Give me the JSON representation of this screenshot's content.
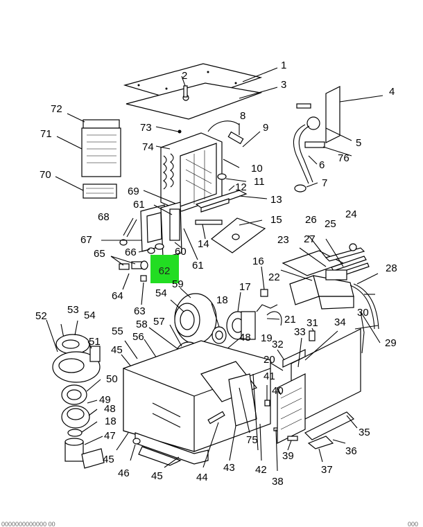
{
  "callouts": [
    {
      "id": "c1",
      "text": "1"
    },
    {
      "id": "c2",
      "text": "2"
    },
    {
      "id": "c3",
      "text": "3"
    },
    {
      "id": "c4",
      "text": "4"
    },
    {
      "id": "c5",
      "text": "5"
    },
    {
      "id": "c6",
      "text": "6"
    },
    {
      "id": "c7",
      "text": "7"
    },
    {
      "id": "c8",
      "text": "8"
    },
    {
      "id": "c9",
      "text": "9"
    },
    {
      "id": "c10",
      "text": "10"
    },
    {
      "id": "c11",
      "text": "11"
    },
    {
      "id": "c12",
      "text": "12"
    },
    {
      "id": "c13",
      "text": "13"
    },
    {
      "id": "c14",
      "text": "14"
    },
    {
      "id": "c15",
      "text": "15"
    },
    {
      "id": "c16",
      "text": "16"
    },
    {
      "id": "c17",
      "text": "17"
    },
    {
      "id": "c18a",
      "text": "18"
    },
    {
      "id": "c18b",
      "text": "18"
    },
    {
      "id": "c19",
      "text": "19"
    },
    {
      "id": "c20",
      "text": "20"
    },
    {
      "id": "c21",
      "text": "21"
    },
    {
      "id": "c22",
      "text": "22"
    },
    {
      "id": "c23",
      "text": "23"
    },
    {
      "id": "c24",
      "text": "24"
    },
    {
      "id": "c25",
      "text": "25"
    },
    {
      "id": "c26",
      "text": "26"
    },
    {
      "id": "c27",
      "text": "27"
    },
    {
      "id": "c28",
      "text": "28"
    },
    {
      "id": "c29",
      "text": "29"
    },
    {
      "id": "c30",
      "text": "30"
    },
    {
      "id": "c31",
      "text": "31"
    },
    {
      "id": "c32",
      "text": "32"
    },
    {
      "id": "c33",
      "text": "33"
    },
    {
      "id": "c34",
      "text": "34"
    },
    {
      "id": "c35",
      "text": "35"
    },
    {
      "id": "c36",
      "text": "36"
    },
    {
      "id": "c37",
      "text": "37"
    },
    {
      "id": "c38",
      "text": "38"
    },
    {
      "id": "c39",
      "text": "39"
    },
    {
      "id": "c40",
      "text": "40"
    },
    {
      "id": "c41",
      "text": "41"
    },
    {
      "id": "c42",
      "text": "42"
    },
    {
      "id": "c43",
      "text": "43"
    },
    {
      "id": "c44",
      "text": "44"
    },
    {
      "id": "c45a",
      "text": "45"
    },
    {
      "id": "c45b",
      "text": "45"
    },
    {
      "id": "c45c",
      "text": "45"
    },
    {
      "id": "c46",
      "text": "46"
    },
    {
      "id": "c47",
      "text": "47"
    },
    {
      "id": "c48a",
      "text": "48"
    },
    {
      "id": "c48b",
      "text": "48"
    },
    {
      "id": "c49",
      "text": "49"
    },
    {
      "id": "c50",
      "text": "50"
    },
    {
      "id": "c51",
      "text": "51"
    },
    {
      "id": "c52",
      "text": "52"
    },
    {
      "id": "c53",
      "text": "53"
    },
    {
      "id": "c54a",
      "text": "54"
    },
    {
      "id": "c54b",
      "text": "54"
    },
    {
      "id": "c55",
      "text": "55"
    },
    {
      "id": "c56",
      "text": "56"
    },
    {
      "id": "c57",
      "text": "57"
    },
    {
      "id": "c58",
      "text": "58"
    },
    {
      "id": "c59",
      "text": "59"
    },
    {
      "id": "c60",
      "text": "60"
    },
    {
      "id": "c61a",
      "text": "61"
    },
    {
      "id": "c61b",
      "text": "61"
    },
    {
      "id": "c63",
      "text": "63"
    },
    {
      "id": "c64",
      "text": "64"
    },
    {
      "id": "c65",
      "text": "65"
    },
    {
      "id": "c66",
      "text": "66"
    },
    {
      "id": "c67",
      "text": "67"
    },
    {
      "id": "c68",
      "text": "68"
    },
    {
      "id": "c69",
      "text": "69"
    },
    {
      "id": "c70",
      "text": "70"
    },
    {
      "id": "c71",
      "text": "71"
    },
    {
      "id": "c72",
      "text": "72"
    },
    {
      "id": "c73",
      "text": "73"
    },
    {
      "id": "c74",
      "text": "74"
    },
    {
      "id": "c75",
      "text": "75"
    },
    {
      "id": "c76",
      "text": "76"
    }
  ],
  "highlight": {
    "text": "62",
    "color": "#22dd22"
  },
  "footer": {
    "left": "0000000000000 00",
    "right": "000"
  }
}
